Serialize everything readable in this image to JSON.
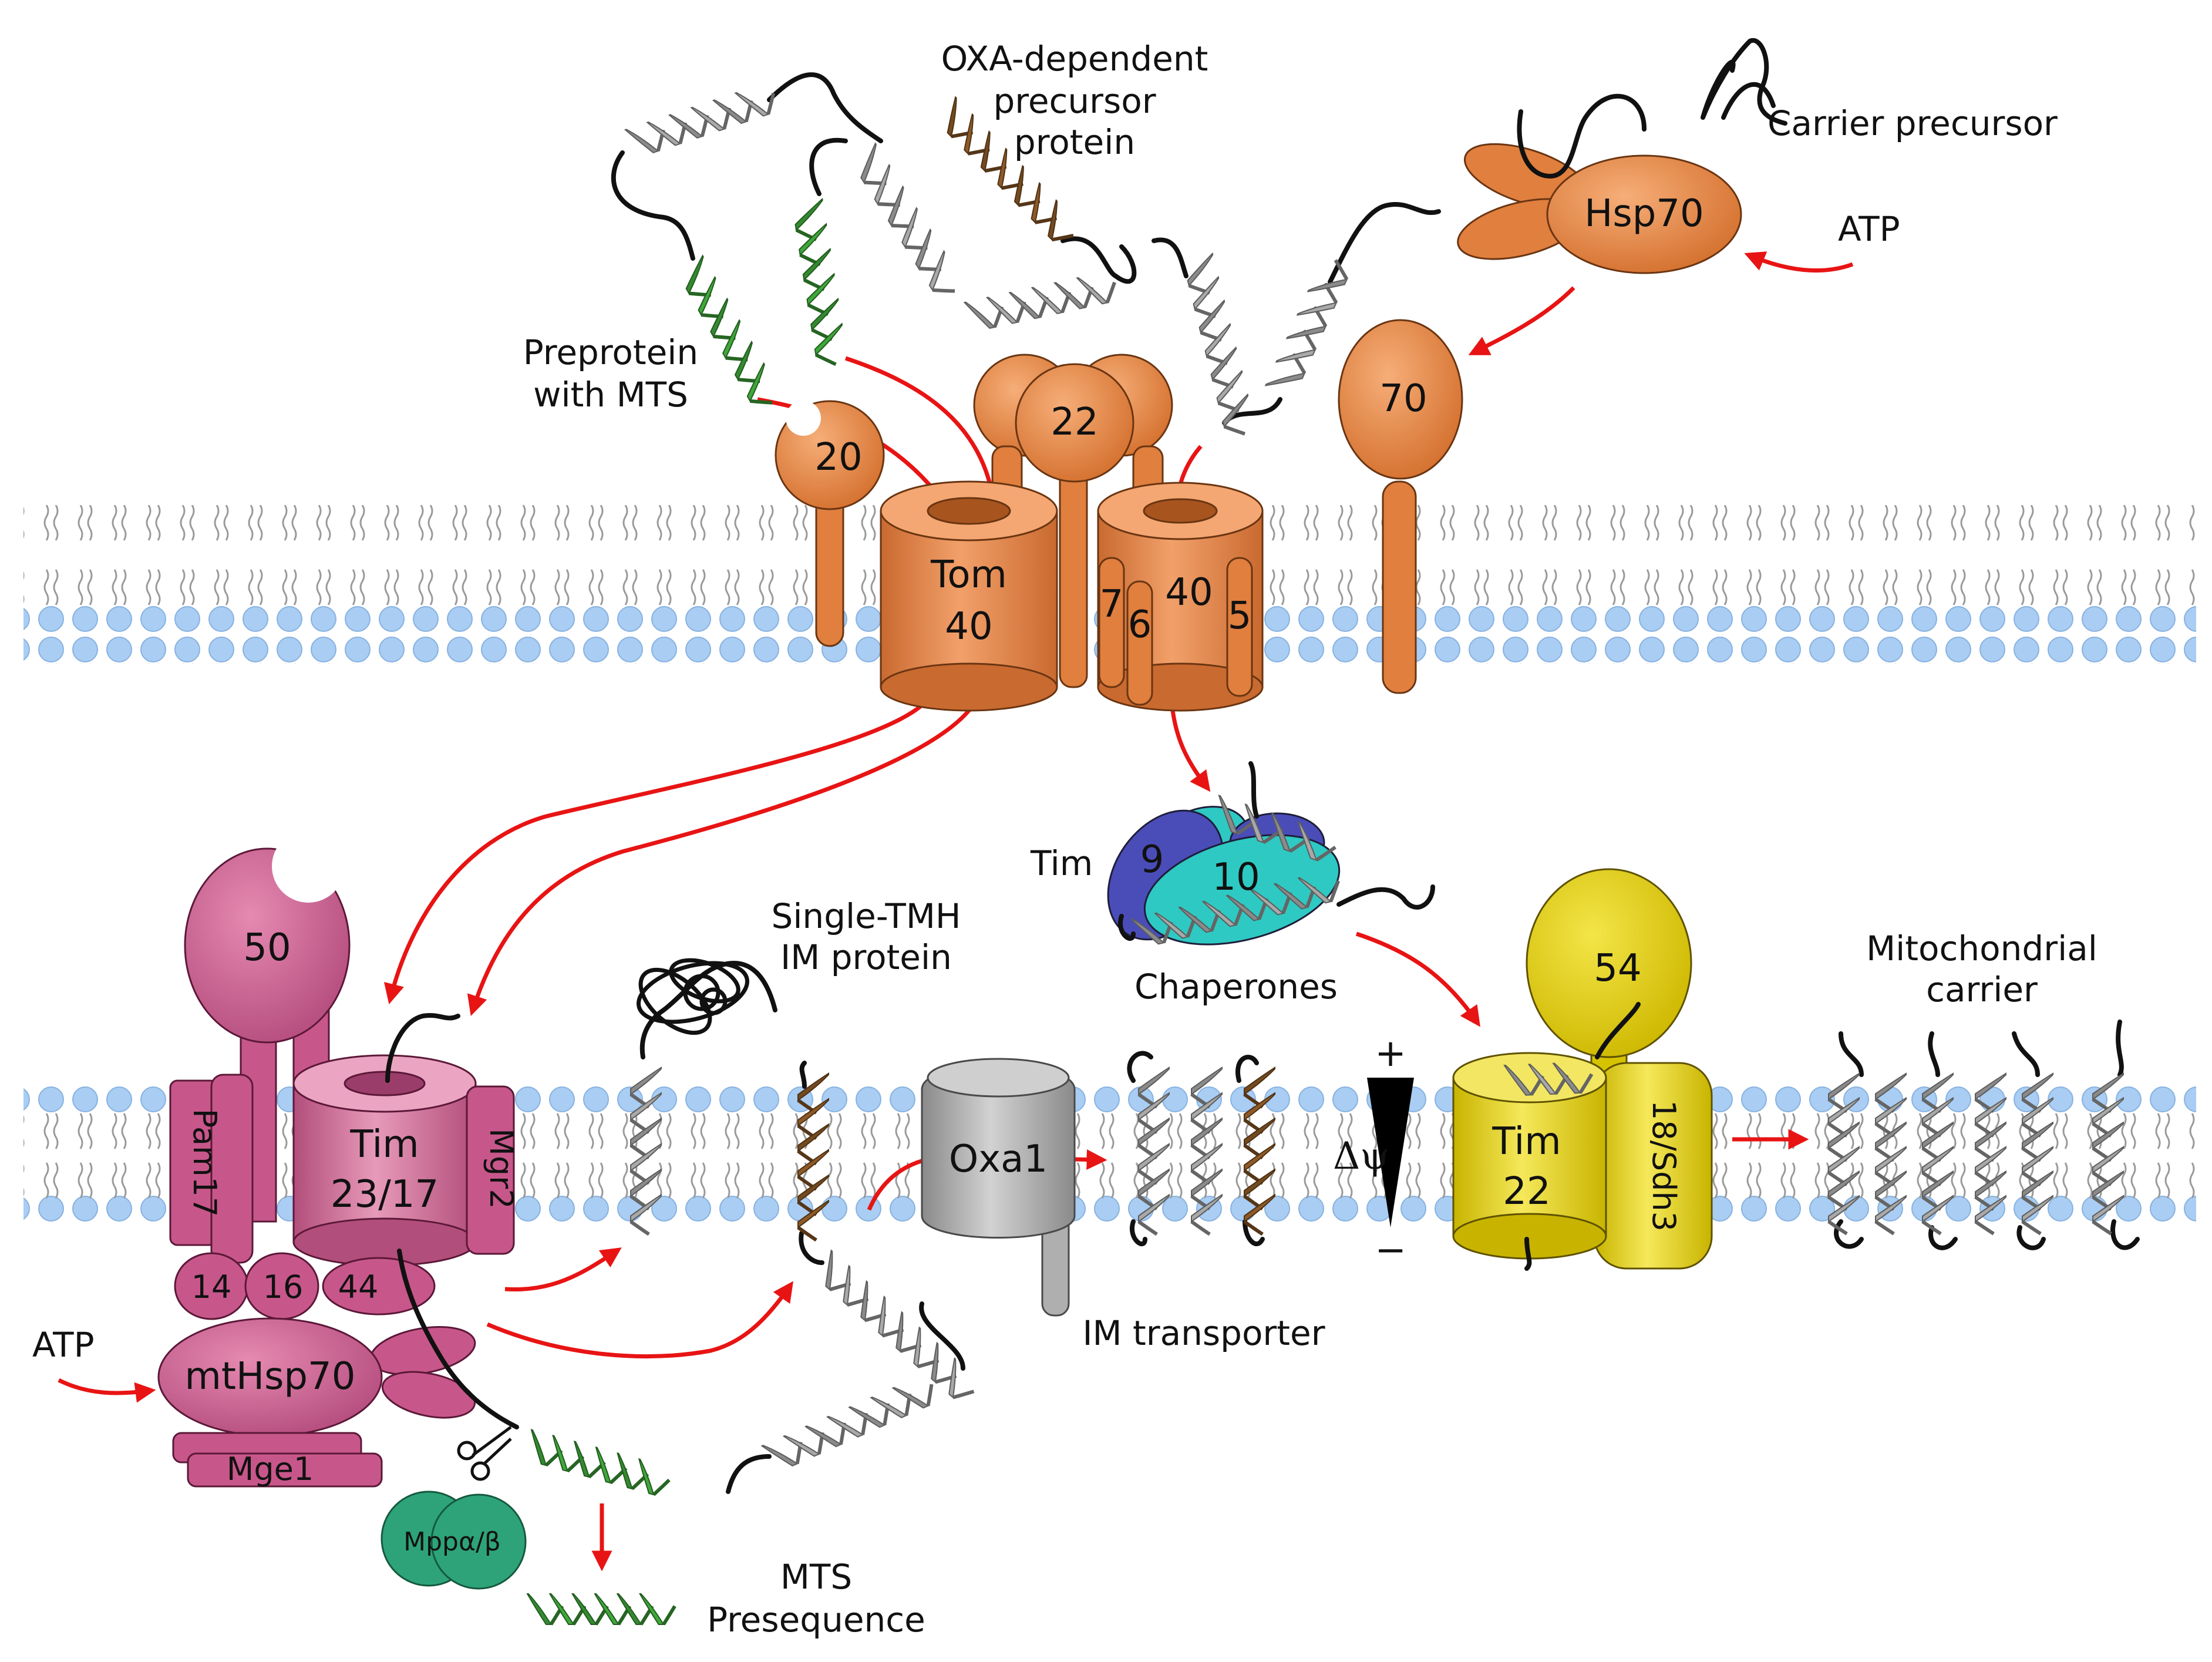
{
  "colors": {
    "tom": "#E8874A",
    "tom_dark": "#9E4E1E",
    "tim23": "#D0628F",
    "tim23_dark": "#7E2350",
    "tim22": "#E6D21E",
    "tim22_dark": "#7C6D00",
    "small_tim9": "#4A4DB8",
    "small_tim10": "#2EC9C2",
    "oxa": "#AFAFAF",
    "mpp": "#2EA37A",
    "helix_gray": "#A9A9A9",
    "helix_green": "#3FA83A",
    "helix_brown": "#8E5A26",
    "lipid_head": "#A9CDF3",
    "arrow": "#E81414"
  },
  "labels": {
    "oxa_precursor": [
      "OXA-dependent",
      "precursor",
      "protein"
    ],
    "carrier_precursor": "Carrier precursor",
    "atp_top": "ATP",
    "preprotein": [
      "Preprotein",
      "with MTS"
    ],
    "tim_small": "Tim",
    "chaperones": "Chaperones",
    "single_tmh": [
      "Single-TMH",
      "IM protein"
    ],
    "mito_carrier": [
      "Mitochondrial",
      "carrier"
    ],
    "atp_bottom": "ATP",
    "im_transporter": "IM transporter",
    "mts_presequence": [
      "MTS",
      "Presequence"
    ],
    "delta_psi": "Δψ",
    "plus": "+",
    "minus": "−"
  },
  "outer_membrane": {
    "hsp70": "Hsp70",
    "tom20": "20",
    "tom22": "22",
    "tom40": [
      "Tom",
      "40"
    ],
    "tom40_b": "40",
    "tom7": "7",
    "tom6": "6",
    "tom5": "5",
    "tom70": "70"
  },
  "small_tims": {
    "tim9": "9",
    "tim10": "10"
  },
  "inner_membrane": {
    "tim50": "50",
    "pam17": "Pam17",
    "tim23": [
      "Tim",
      "23/17"
    ],
    "mgr2": "Mgr2",
    "tim14": "14",
    "tim16": "16",
    "tim44": "44",
    "mthsp70": "mtHsp70",
    "mge1": "Mge1",
    "mpp": "Mppα/β",
    "oxa1": "Oxa1",
    "tim54": "54",
    "tim22": [
      "Tim",
      "22"
    ],
    "tim18": "18/Sdh3"
  }
}
